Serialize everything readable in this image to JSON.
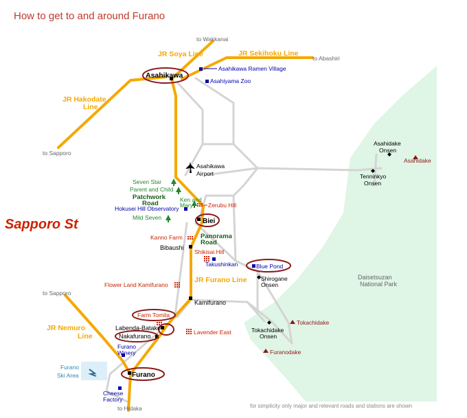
{
  "title": "How to get to and around Furano",
  "watermark": "Sapporo St",
  "note": "for simplicity only major and relevant roads and stations are shown",
  "colors": {
    "rail": "#f5a800",
    "road": "#d4d4d4",
    "park": "#dff5e6",
    "ring": "#8b1a1a",
    "title": "#c0392b",
    "station_label": "#000000",
    "attraction": "#0000aa",
    "flower": "#cc2200",
    "tree": "#22882a",
    "road_name": "#1a5c1a",
    "peak": "#8b1a1a",
    "ski": "#2a8ab8",
    "grey": "#666666"
  },
  "rail_lines": {
    "soya": "JR Soya Line",
    "sekihoku": "JR Sekihoku Line",
    "hakodate": "JR Hakodate Line",
    "furano": "JR Furano Line",
    "nemuro": "JR Nemuro Line"
  },
  "destinations": {
    "wakkanai": "to Wakkanai",
    "abashiri": "to Abashiri",
    "sapporo_north": "to Sapporo",
    "sapporo_south": "to Sapporo",
    "hidaka": "to Hidaka"
  },
  "stations": {
    "asahikawa": "Asahikawa",
    "biei": "Biei",
    "bibaushi": "Bibaushi",
    "kamifurano": "Kamifurano",
    "labenda_batake": "Labenda-Batake",
    "nakafurano": "Nakafurano",
    "furano": "Furano"
  },
  "places": {
    "ramen_village": "Asahikawa Ramen Village",
    "asahiyama_zoo": "Asahiyama Zoo",
    "airport": "Asahikawa Airport",
    "seven_star": "Seven Star",
    "parent_child": "Parent and Child",
    "patchwork_road": "Patchwork Road",
    "ken_mary": "Ken and Mary",
    "zerubu_hill": "Zerubu Hill",
    "hokusei": "Hokusei Hill Observatory",
    "mild_seven": "Mild Seven",
    "kanno_farm": "Kanno Farm",
    "panorama_road": "Panorama Road",
    "shikisai_hill": "Shikisai Hill",
    "takushinkan": "Takushinkan",
    "blue_pond": "Blue Pond",
    "shirogane_onsen": "Shirogane Onsen",
    "flower_land": "Flower Land Kamifurano",
    "farm_tomita": "Farm Tomita",
    "lavender_east": "Lavender East",
    "furano_winery": "Furano Winery",
    "ski_area": "Furano Ski Area",
    "cheese_factory": "Cheese Factory",
    "asahidake_onsen": "Asahidake Onsen",
    "asahidake": "Asahidake",
    "tenninkyo_onsen": "Tenninkyo Onsen",
    "national_park": "Daisetsuzan National Park",
    "tokachidake_onsen": "Tokachidake Onsen",
    "tokachidake": "Tokachidake",
    "furanodake": "Furanodake"
  }
}
